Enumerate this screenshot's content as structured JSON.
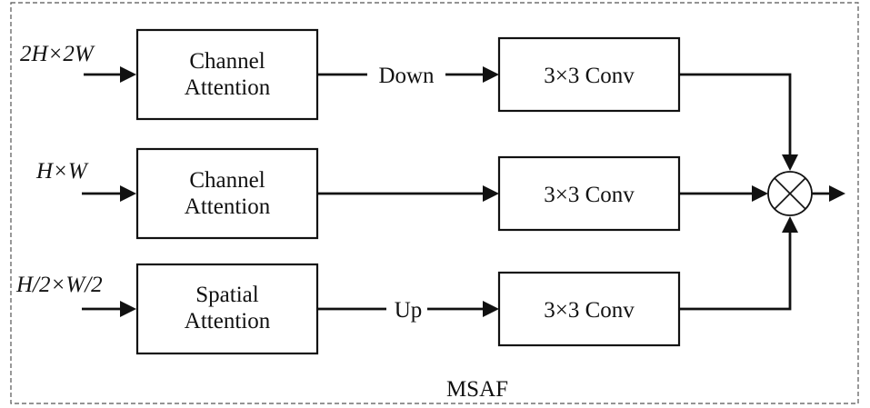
{
  "diagram": {
    "module_label": "MSAF",
    "inputs": [
      {
        "id": "in-top",
        "label": "2H×2W"
      },
      {
        "id": "in-mid",
        "label": "H×W"
      },
      {
        "id": "in-bot",
        "label": "H/2×W/2"
      }
    ],
    "attention_blocks": [
      {
        "id": "att-top",
        "line1": "Channel",
        "line2": "Attention"
      },
      {
        "id": "att-mid",
        "line1": "Channel",
        "line2": "Attention"
      },
      {
        "id": "att-bot",
        "line1": "Spatial",
        "line2": "Attention"
      }
    ],
    "resample_labels": {
      "top": "Down",
      "bottom": "Up"
    },
    "conv_blocks": [
      {
        "id": "conv-top",
        "label": "3×3 Conv"
      },
      {
        "id": "conv-mid",
        "label": "3×3 Conv"
      },
      {
        "id": "conv-bot",
        "label": "3×3 Conv"
      }
    ],
    "fusion_operator": "multiply"
  }
}
